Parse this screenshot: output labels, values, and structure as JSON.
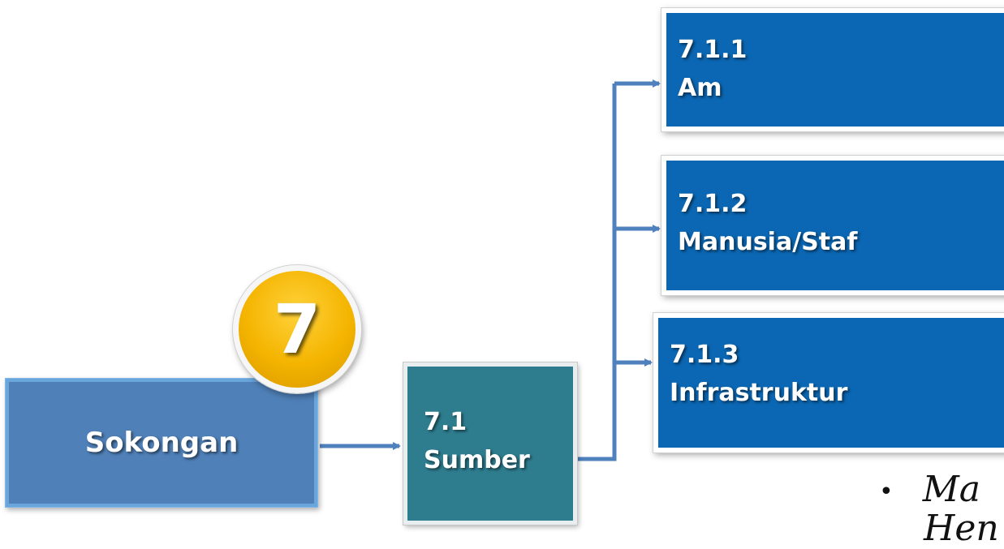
{
  "badge": {
    "number": "7",
    "color": "#f4b400"
  },
  "root": {
    "label": "Sokongan"
  },
  "level2": {
    "code": "7.1",
    "label": "Sumber"
  },
  "level3": [
    {
      "code": "7.1.1",
      "label": "Am"
    },
    {
      "code": "7.1.2",
      "label": "Manusia/Staf"
    },
    {
      "code": "7.1.3",
      "label": "Infrastruktur"
    }
  ],
  "note": {
    "line1": "Ma",
    "line2": "Hen"
  },
  "colors": {
    "connector": "#4f81bd",
    "subbox": "#0b67b3",
    "root": "#4f80b8",
    "level2": "#2e7d8f"
  }
}
